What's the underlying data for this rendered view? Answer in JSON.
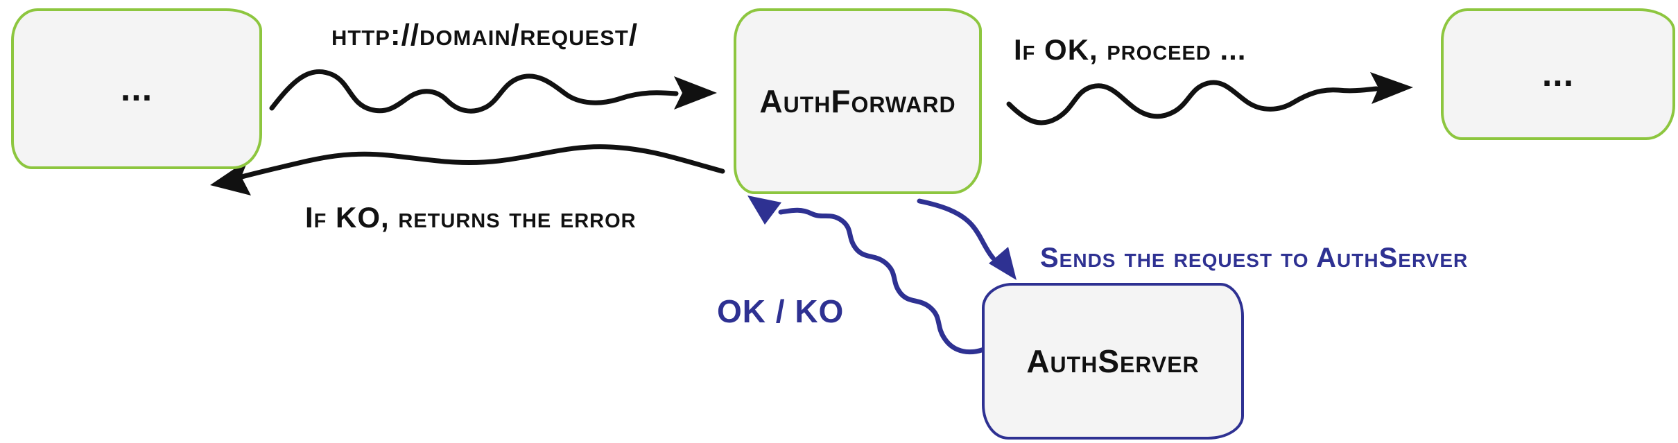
{
  "colors": {
    "green": "#8dc63f",
    "blue": "#2e3192",
    "ink": "#111111",
    "box_fill": "#f4f4f4"
  },
  "nodes": {
    "client_left": {
      "label": "..."
    },
    "auth_forward": {
      "label": "AuthForward"
    },
    "client_right": {
      "label": "..."
    },
    "auth_server": {
      "label": "AuthServer"
    }
  },
  "edges": {
    "request": {
      "label": "http://domain/request/"
    },
    "ok_proceed": {
      "label": "If OK, proceed ..."
    },
    "ko_return": {
      "label": "If KO, returns the error"
    },
    "send_auth": {
      "label": "Sends the request to AuthServer"
    },
    "ok_ko": {
      "label": "OK / KO"
    }
  }
}
